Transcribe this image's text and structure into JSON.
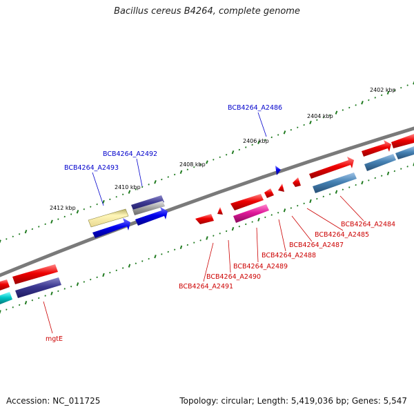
{
  "title": "Bacillus cereus B4264, complete genome",
  "footer": {
    "accession": "Accession: NC_011725",
    "summary": "Topology: circular; Length: 5,419,036 bp; Genes: 5,547"
  },
  "scale_labels": [
    "2402 kbp",
    "2404 kbp",
    "2406 kbp",
    "2408 kbp",
    "2410 kbp",
    "2412 kbp"
  ],
  "genes": {
    "forward": [
      {
        "label": "BCB4264_A2486",
        "color": "#0000cc"
      },
      {
        "label": "BCB4264_A2492",
        "color": "#0000cc"
      },
      {
        "label": "BCB4264_A2493",
        "color": "#0000cc"
      }
    ],
    "reverse": [
      {
        "label": "BCB4264_A2484",
        "color": "#cc0000"
      },
      {
        "label": "BCB4264_A2485",
        "color": "#cc0000"
      },
      {
        "label": "BCB4264_A2487",
        "color": "#cc0000"
      },
      {
        "label": "BCB4264_A2488",
        "color": "#cc0000"
      },
      {
        "label": "BCB4264_A2489",
        "color": "#cc0000"
      },
      {
        "label": "BCB4264_A2490",
        "color": "#cc0000"
      },
      {
        "label": "BCB4264_A2491",
        "color": "#cc0000"
      },
      {
        "label": "mgtE",
        "color": "#cc0000"
      }
    ]
  },
  "colors": {
    "backbone": "#7a7a7a",
    "tick": "#1f7a1f",
    "forward_label": "#0000cc",
    "reverse_label": "#cc0000"
  }
}
